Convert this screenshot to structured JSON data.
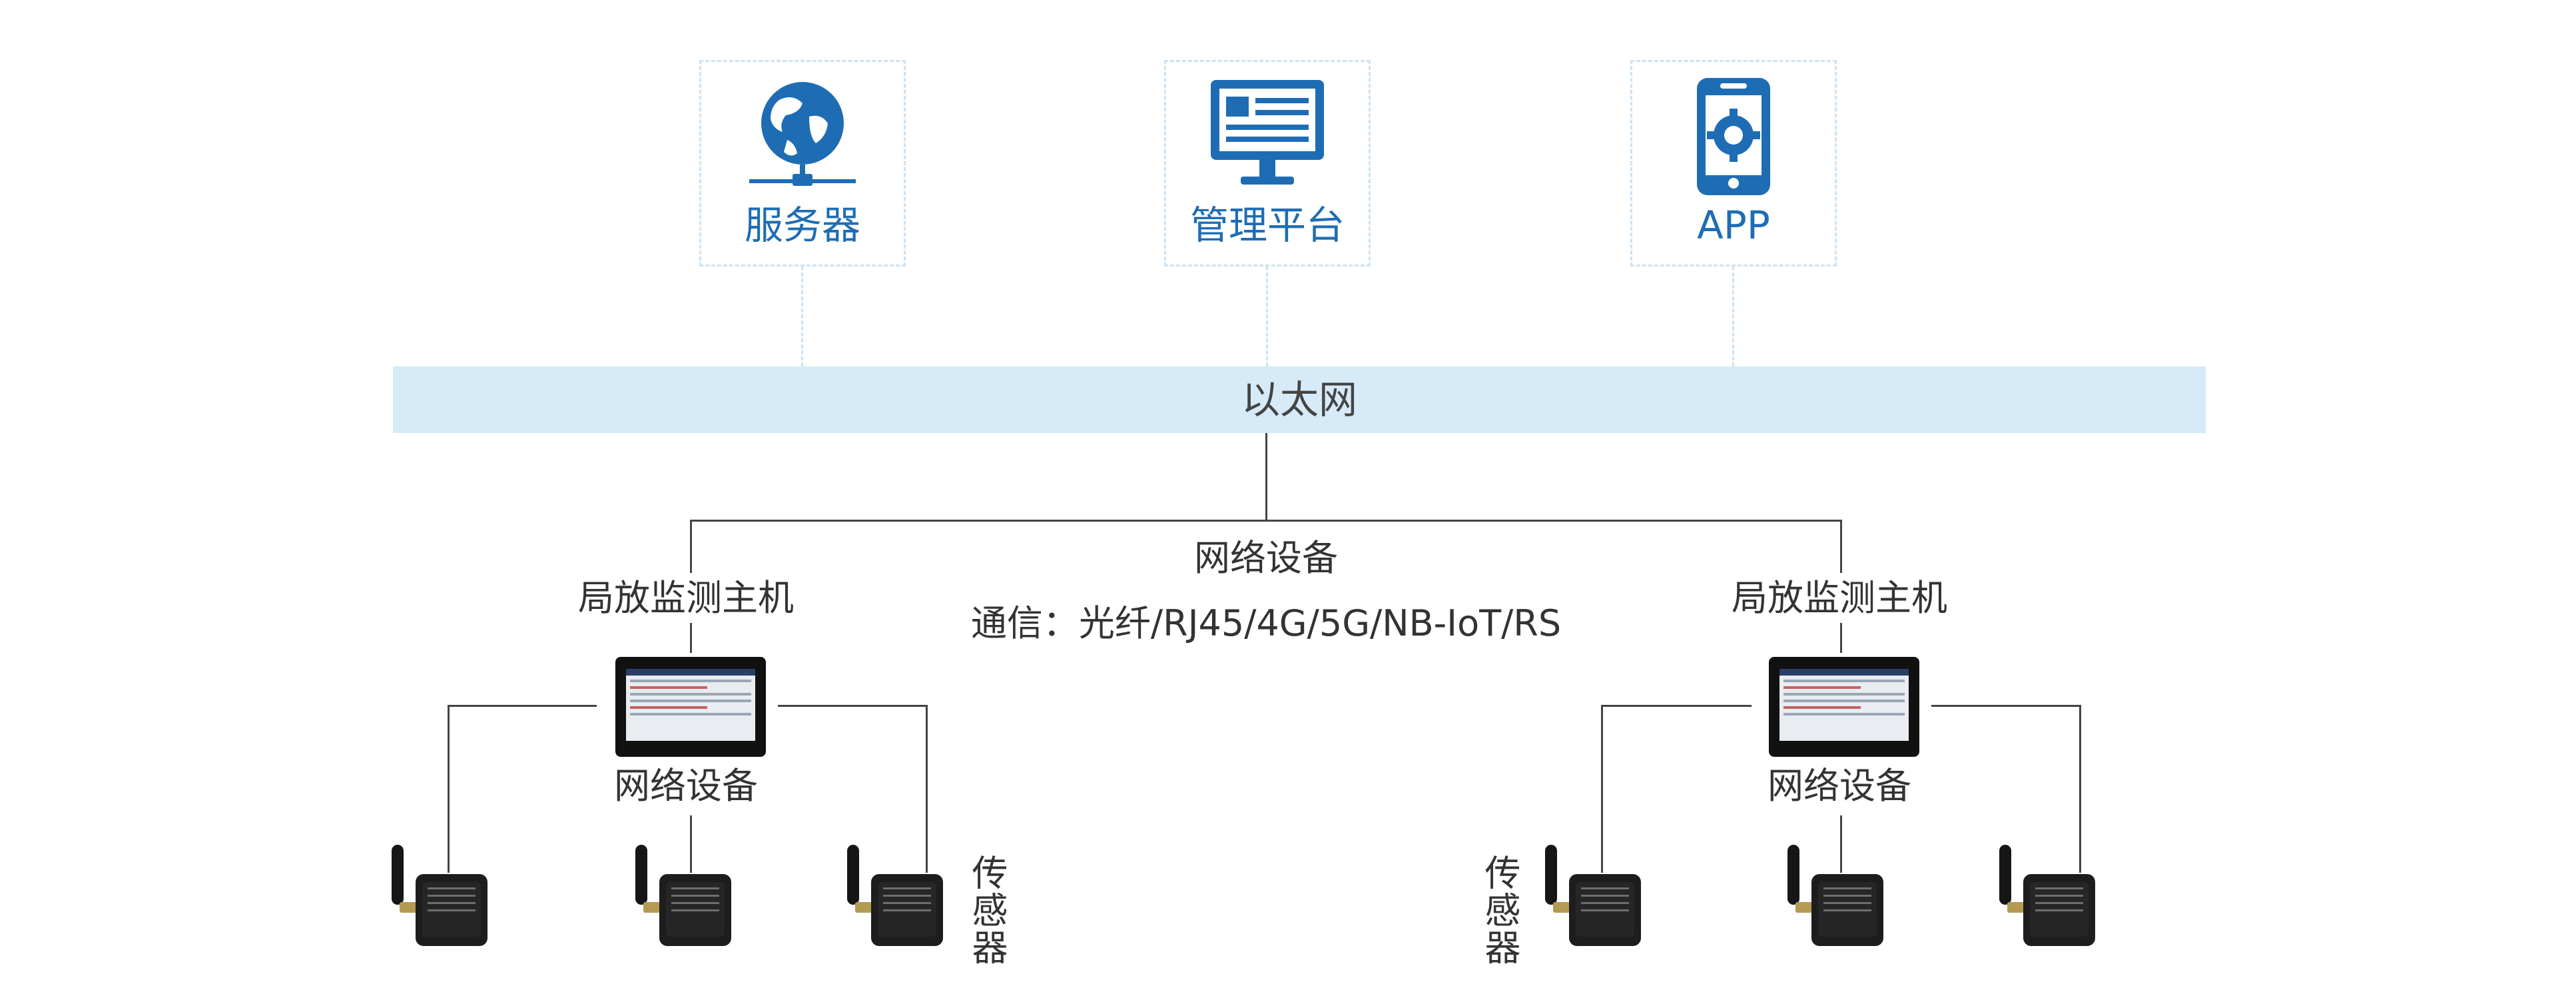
{
  "top_nodes": [
    {
      "label": "服务器",
      "icon": "globe-network-icon"
    },
    {
      "label": "管理平台",
      "icon": "monitor-icon"
    },
    {
      "label": "APP",
      "icon": "phone-app-icon"
    }
  ],
  "bus": {
    "label": "以太网"
  },
  "network": {
    "network_device_label": "网络设备",
    "comm_label": "通信：光纤/RJ45/4G/5G/NB-IoT/RS"
  },
  "hosts": [
    {
      "host_label": "局放监测主机",
      "device_label": "网络设备",
      "sensor_label": "传感器"
    },
    {
      "host_label": "局放监测主机",
      "device_label": "网络设备",
      "sensor_label": "传感器"
    }
  ],
  "colors": {
    "accent": "#1e6db4",
    "bus": "#d6ebf7",
    "dashed_border": "#cde2f1",
    "line": "#444444"
  }
}
